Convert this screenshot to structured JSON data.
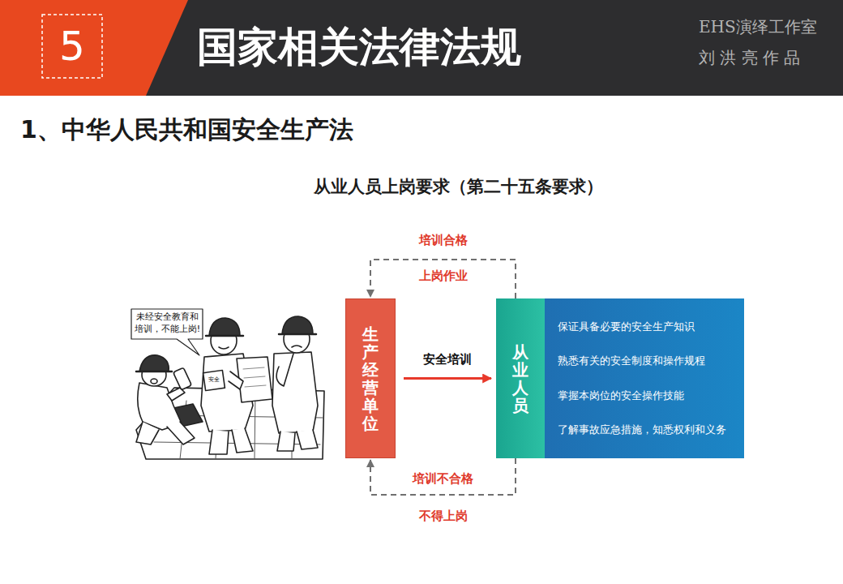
{
  "diagram": {
    "title": "国家相关法律法规",
    "nodes": [
      {
        "text": [
          "生产经营单位"
        ]
      },
      {
        "text": [
          "从业人员"
        ]
      },
      {
        "text": [
          "保证具备必要的安全生产知识",
          "熟悉有关的安全制度和操作规程",
          "掌握本岗位的安全操作技能",
          "了解事故应急措施，知悉权利和义务"
        ]
      }
    ],
    "edges": [
      {
        "from": 0,
        "to": 1,
        "arrow": "to",
        "label": "安全培训"
      },
      {
        "from": 1,
        "to": 0,
        "arrow": "to",
        "label": "培训合格"
      },
      {
        "from": 1,
        "to": 0,
        "arrow": "to",
        "label": "培训不合格"
      }
    ],
    "labels": [
      "5",
      "EHS演绎工作室",
      "刘 洪 亮 作 品",
      "1、中华人民共和国安全生产法",
      "从业人员上岗要求（第二十五条要求）",
      "上岗作业",
      "不得上岗",
      "未经安全教育和培训，不能上岗!",
      "安全"
    ]
  }
}
